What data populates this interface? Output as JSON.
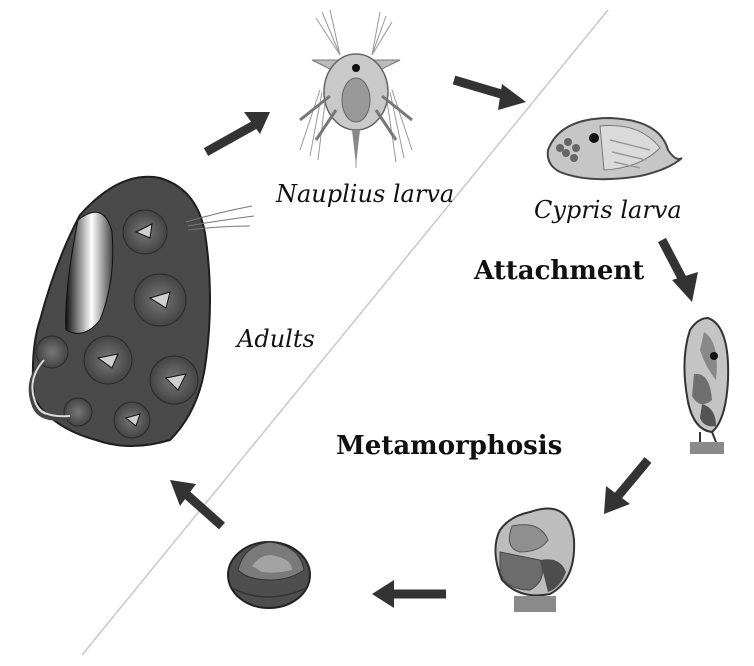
{
  "labels": {
    "nauplius": "Nauplius larva",
    "cypris": "Cypris larva",
    "adults": "Adults",
    "attachment": "Attachment",
    "metamorphosis": "Metamorphosis"
  },
  "colors": {
    "arrow": "#333333",
    "shell_dark": "#4a4a4a",
    "shell_mid": "#8c8c8c",
    "shell_light": "#cfcfcf",
    "base": "#8a8a8a"
  }
}
